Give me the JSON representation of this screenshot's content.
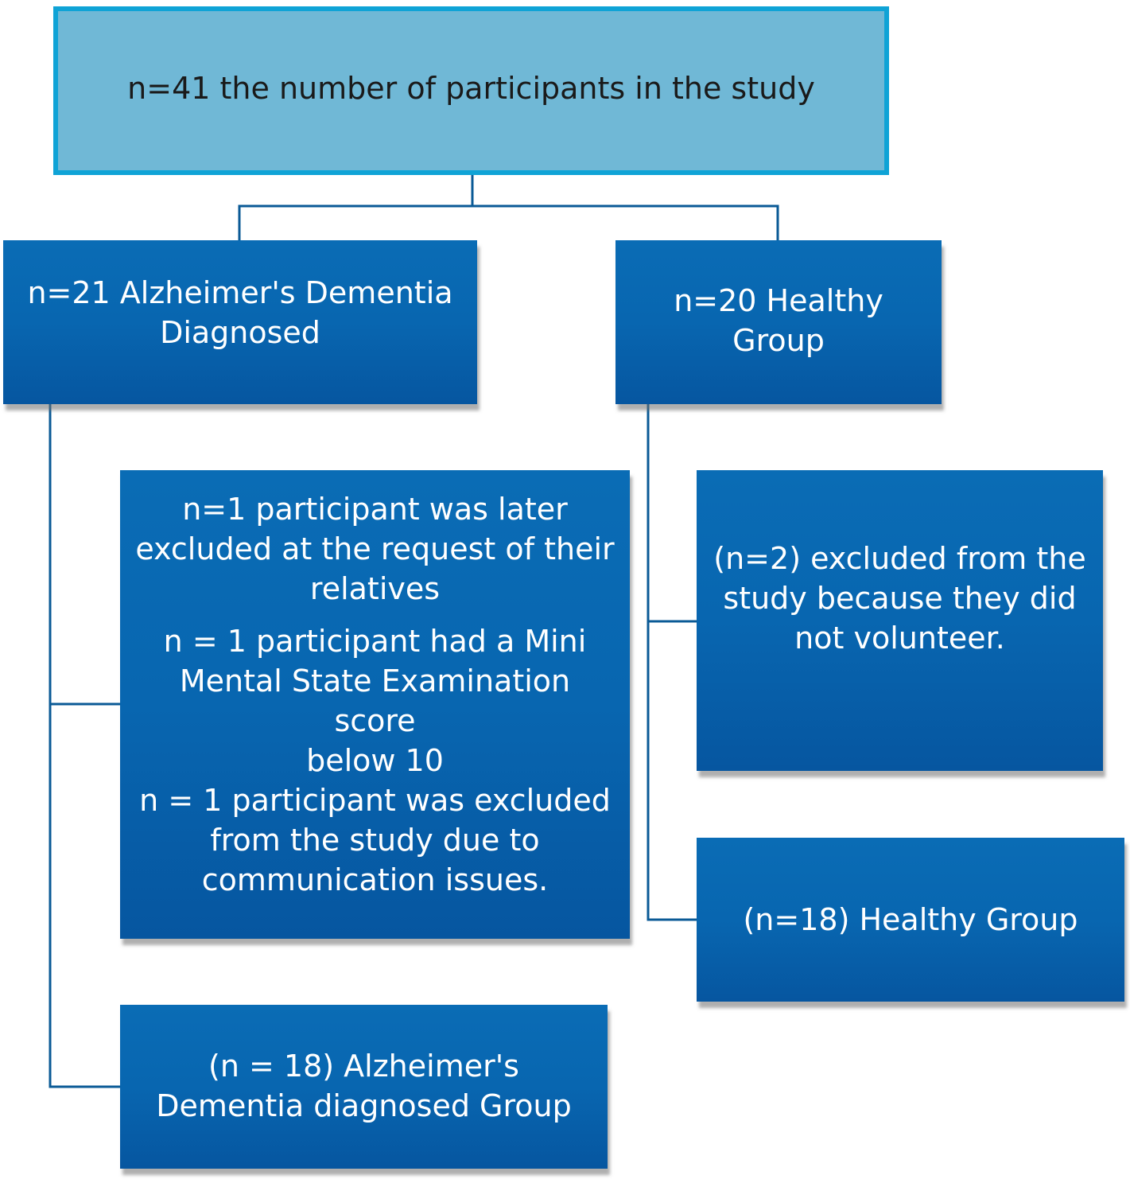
{
  "diagram": {
    "root": {
      "text": "n=41 the number of participants in the study"
    },
    "left_branch": {
      "group": "n=21 Alzheimer's Dementia\nDiagnosed",
      "exclusions": [
        "n=1 participant was later\nexcluded at the request of their\nrelatives",
        "n = 1 participant had a Mini\nMental State Examination score\nbelow 10\nn = 1 participant was excluded\nfrom the study due to\ncommunication issues."
      ],
      "final": "(n = 18) Alzheimer's\nDementia diagnosed Group"
    },
    "right_branch": {
      "group": "n=20 Healthy Group",
      "exclusion": "(n=2) excluded from the\nstudy because they did\nnot volunteer.",
      "final": "(n=18) Healthy Group"
    }
  },
  "colors": {
    "root_fill": "#70b8d6",
    "root_border": "#0fa3d6",
    "box_fill": "#0866b0",
    "connector": "#0a5a96"
  }
}
